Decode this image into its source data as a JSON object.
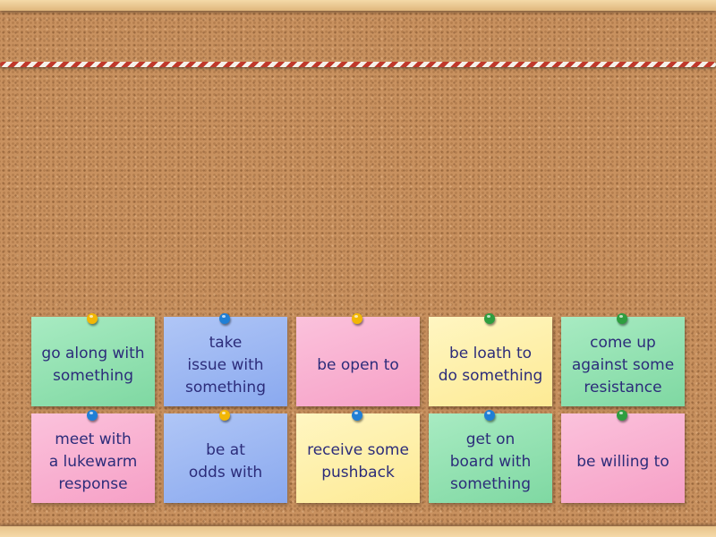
{
  "board": {
    "cards": [
      {
        "text": "go along with\nsomething",
        "color": "green",
        "pin": "yellow"
      },
      {
        "text": "take\nissue with\nsomething",
        "color": "blue",
        "pin": "blue"
      },
      {
        "text": "be open to",
        "color": "pink",
        "pin": "yellow"
      },
      {
        "text": "be loath to\ndo something",
        "color": "yellow",
        "pin": "green"
      },
      {
        "text": "come up\nagainst some\nresistance",
        "color": "green",
        "pin": "green"
      },
      {
        "text": "meet with\na lukewarm\nresponse",
        "color": "pink",
        "pin": "blue"
      },
      {
        "text": "be at\nodds with",
        "color": "blue",
        "pin": "yellow"
      },
      {
        "text": "receive some\npushback",
        "color": "yellow",
        "pin": "blue"
      },
      {
        "text": "get on\nboard with\nsomething",
        "color": "green",
        "pin": "blue"
      },
      {
        "text": "be willing to",
        "color": "pink",
        "pin": "green"
      }
    ]
  },
  "colors": {
    "green": "#8fe0b0",
    "blue": "#9bb6f2",
    "pink": "#f8b0d0",
    "yellow": "#fdf0a8",
    "text": "#2c2c7a",
    "rope_red": "#c0392b"
  }
}
